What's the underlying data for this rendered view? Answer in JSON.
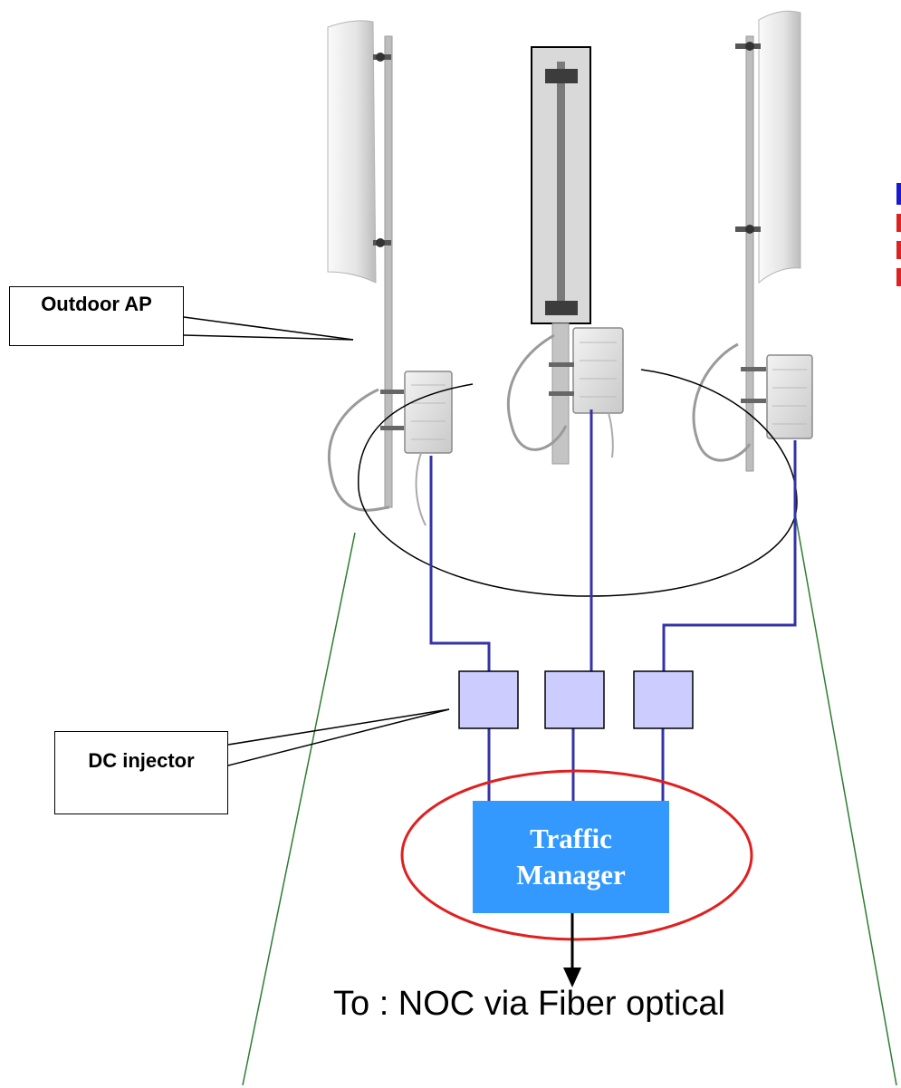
{
  "labels": {
    "outdoor_ap": "Outdoor AP",
    "dc_injector": "DC injector",
    "traffic_manager_line1": "Traffic",
    "traffic_manager_line2": "Manager",
    "caption": "To : NOC via Fiber optical"
  },
  "colors": {
    "cable": "#3333aa",
    "injector_fill": "#ccccff",
    "traffic_manager_fill": "#3399ff",
    "traffic_manager_ring": "#e02020",
    "coverage_lines": "#2e7d32",
    "antenna_panel": "#e6e6e6",
    "pole": "#bdbdbd"
  },
  "icons": [
    "sector-antenna-icon",
    "omni-antenna-icon",
    "outdoor-ap-icon",
    "dc-injector-icon",
    "traffic-manager-icon",
    "arrow-down-icon"
  ]
}
